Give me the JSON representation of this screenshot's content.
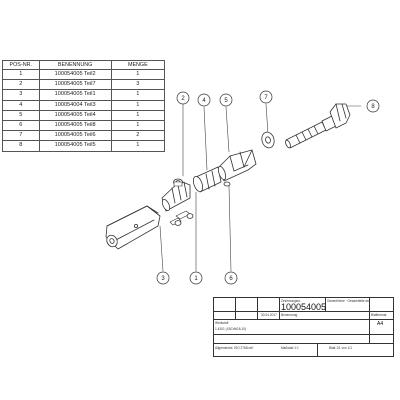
{
  "bom": {
    "headers": [
      "POS-NR.",
      "BENENNUNG",
      "MENGE"
    ],
    "rows": [
      [
        "1",
        "100054005 Teil2",
        "1"
      ],
      [
        "2",
        "100054005 Teil7",
        "3"
      ],
      [
        "3",
        "100054005 Teil1",
        "1"
      ],
      [
        "4",
        "100054004 Teil3",
        "1"
      ],
      [
        "5",
        "100054005 Teil4",
        "1"
      ],
      [
        "6",
        "100054005 Teil8",
        "1"
      ],
      [
        "7",
        "100054005 Teil6",
        "2"
      ],
      [
        "8",
        "100054005 Teil5",
        "1"
      ]
    ]
  },
  "callouts": [
    "1",
    "2",
    "3",
    "4",
    "5",
    "6",
    "7",
    "8"
  ],
  "title_block": {
    "doc_label": "Zeichnungsnr.",
    "doc_number": "100054005",
    "top_right": "Gewerbliche · Gesamtteile druck total",
    "sheet_size_label": "Blattformat",
    "sheet_size": "A4",
    "name_label": "Benennung",
    "material_label": "Werkstoff",
    "material": "1.4301 (X5CrNi18-10)",
    "scale": "Maßstab 1:1",
    "sheet": "Blatt 1/1 von 1/1",
    "general_tol": "Allgemeintol. ISO 2768-mK",
    "date_value": "30.04.2017"
  },
  "colors": {
    "line": "#333333",
    "fill": "#ffffff"
  }
}
